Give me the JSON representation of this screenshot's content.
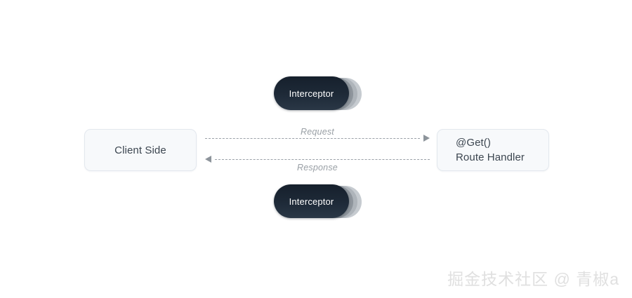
{
  "diagram": {
    "background_color": "#ffffff",
    "nodes": {
      "client": {
        "label": "Client Side",
        "fill": "#f7f9fb",
        "border_color": "#e3e8ee"
      },
      "route_handler": {
        "line1": "@Get()",
        "line2": "Route Handler",
        "fill": "#f7f9fb",
        "border_color": "#e3e8ee"
      },
      "interceptor_top": {
        "label": "Interceptor",
        "fill": "#1e2a38",
        "text_color": "#ffffff"
      },
      "interceptor_bottom": {
        "label": "Interceptor",
        "fill": "#1e2a38",
        "text_color": "#ffffff"
      }
    },
    "flows": {
      "request": {
        "label": "Request",
        "direction": "right",
        "style": "dashed",
        "color": "#9aa1a8"
      },
      "response": {
        "label": "Response",
        "direction": "left",
        "style": "dashed",
        "color": "#9aa1a8"
      }
    },
    "watermark": {
      "text": "掘金技术社区 @ 青椒a",
      "color": "#e0e0e0"
    }
  }
}
